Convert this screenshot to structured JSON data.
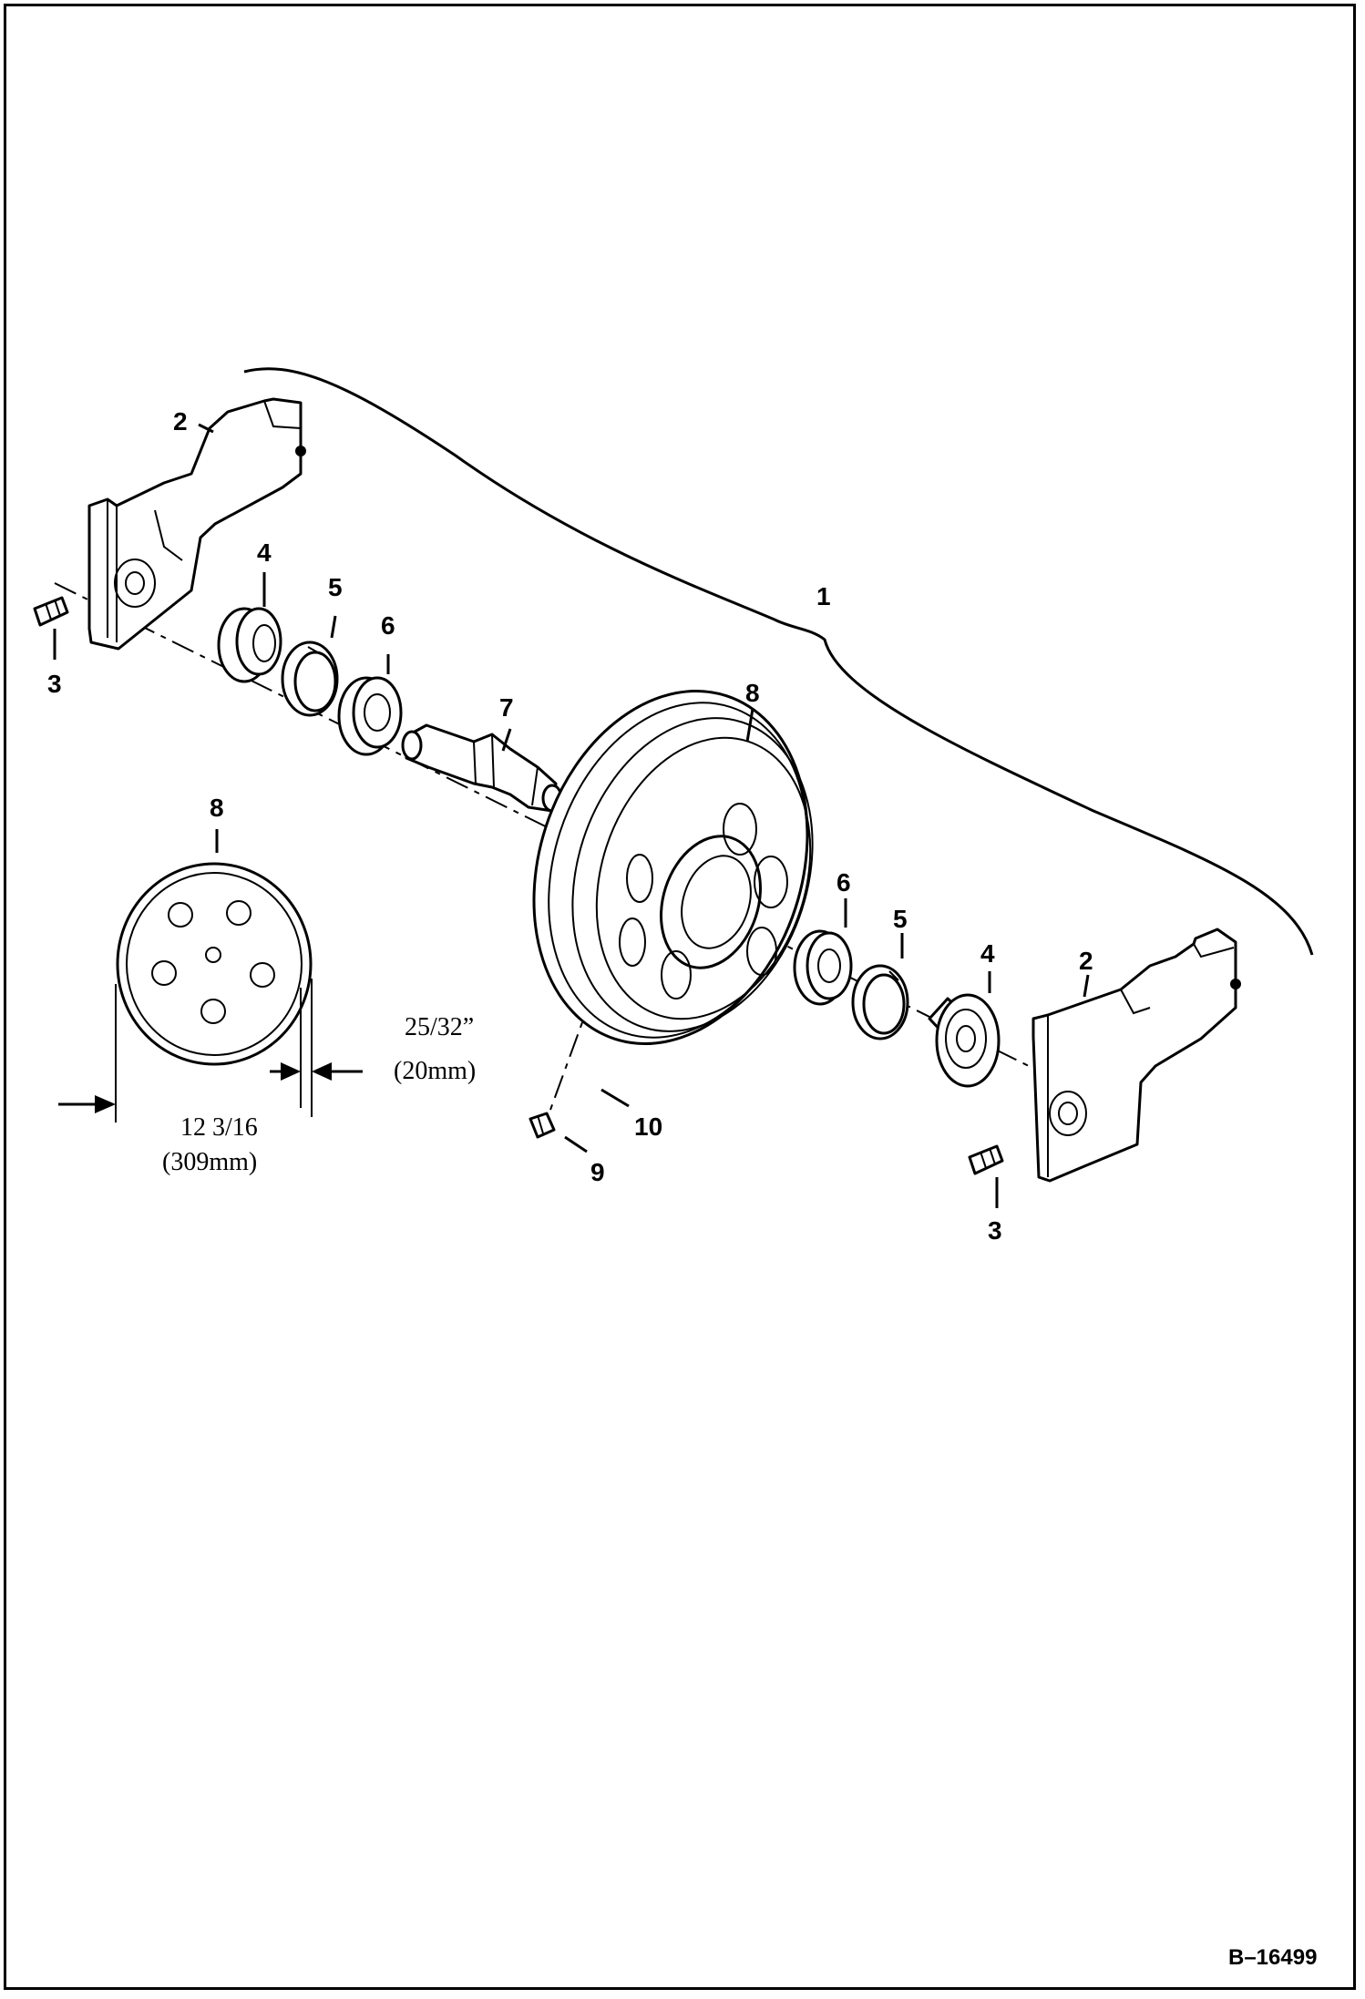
{
  "callouts": {
    "assembly": "1",
    "frame_left": "2",
    "frame_right": "2",
    "pin_left": "3",
    "pin_right": "3",
    "seal_left": "4",
    "seal_right": "4",
    "snap_ring_left": "5",
    "snap_ring_right": "5",
    "bearing_left": "6",
    "bearing_right": "6",
    "shaft": "7",
    "idler_wheel": "8",
    "idler_detail": "8",
    "plug": "9",
    "washer": "10"
  },
  "dimensions": {
    "width_fraction": "25/32”",
    "width_metric": "(20mm)",
    "diameter_fraction": "12 3/16",
    "diameter_metric": "(309mm)"
  },
  "figure_id": "B–16499"
}
